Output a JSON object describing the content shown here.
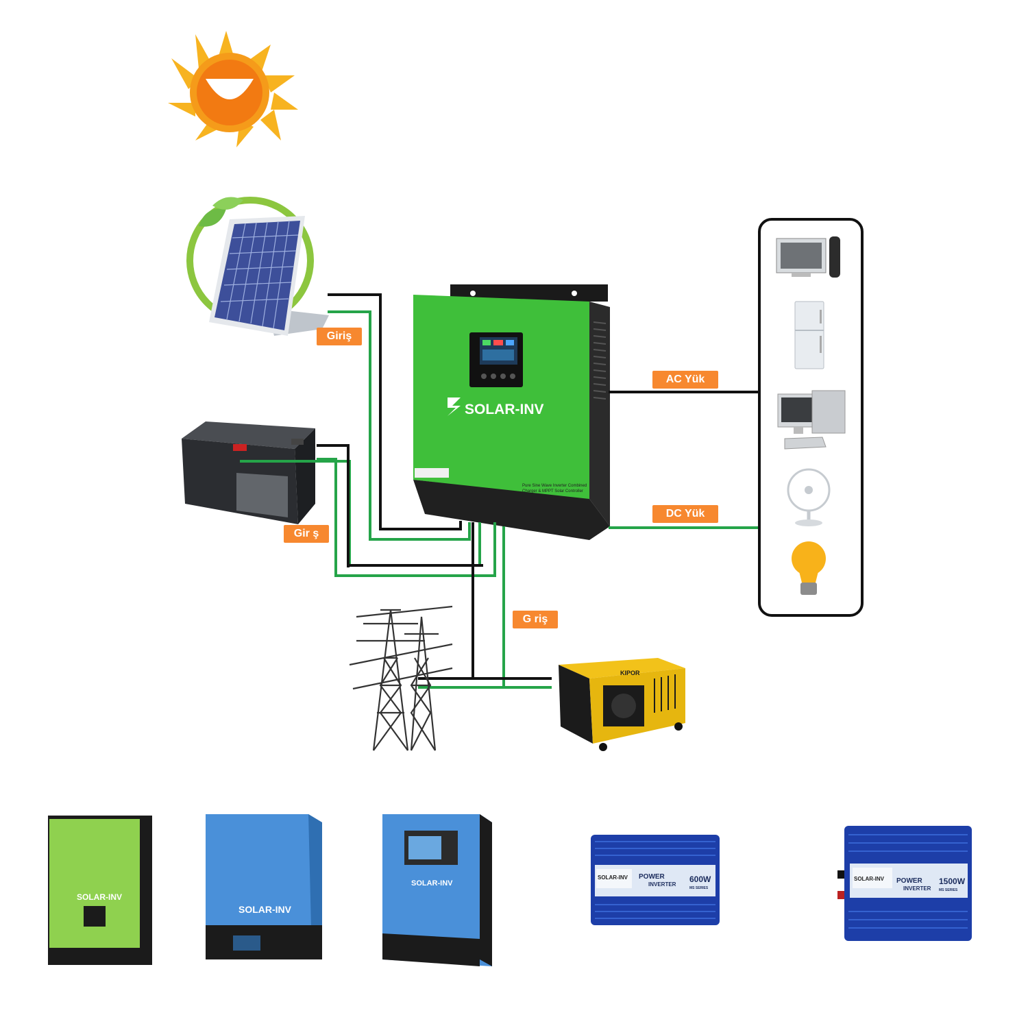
{
  "labels": {
    "solar_input": "Giriş",
    "battery_input": "Gir ş",
    "grid_input": "G riş",
    "ac_load": "AC Yük",
    "dc_load": "DC Yük"
  },
  "brand": {
    "logo_text": "SOLAR-INV",
    "main_panel_caption_1": "Pure Sine Wave Inverter Combined",
    "main_panel_caption_2": "Charger & MPPT Solar Controller",
    "generator_brand": "KIPOR"
  },
  "products": [
    {
      "name": "green-hybrid-inverter",
      "logo": "SOLAR-INV"
    },
    {
      "name": "blue-inverter-wide",
      "logo": "SOLAR-INV"
    },
    {
      "name": "blue-inverter-lcd",
      "logo": "SOLAR-INV"
    },
    {
      "name": "power-inverter-600w",
      "logo": "SOLAR-INV",
      "line1": "POWER",
      "line2": "INVERTER",
      "rating": "600W",
      "series": "MS SERIES"
    },
    {
      "name": "power-inverter-1500w",
      "logo": "SOLAR-INV",
      "line1": "POWER",
      "line2": "INVERTER",
      "rating": "1500W",
      "series": "MS SERIES"
    }
  ],
  "colors": {
    "wire_black": "#111111",
    "wire_green": "#25a449",
    "tag_orange": "#f7882f",
    "inverter_green": "#3fbf3a",
    "product_blue": "#4a90d9",
    "product_lime": "#8fd14f"
  }
}
